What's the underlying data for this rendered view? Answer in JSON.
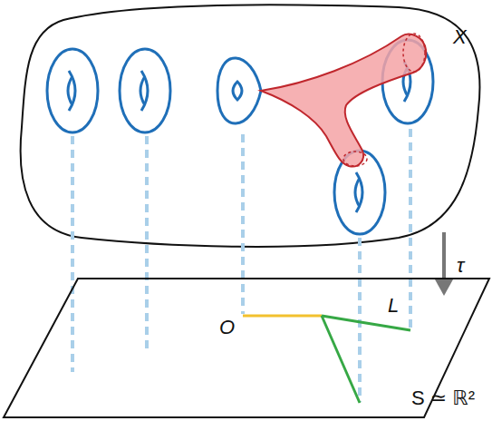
{
  "diagram": {
    "labels": [
      "X",
      "τ",
      "O",
      "L",
      "S ≃ ℝ²"
    ]
  }
}
